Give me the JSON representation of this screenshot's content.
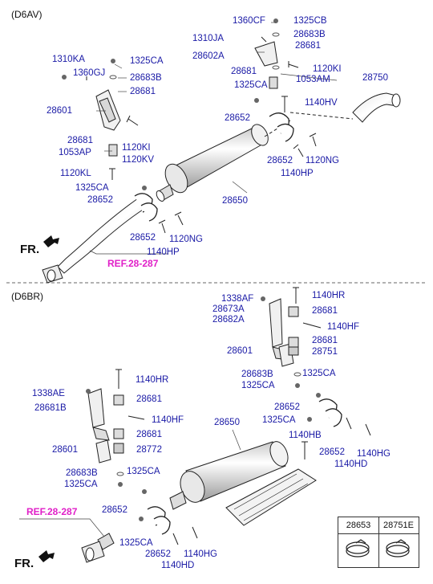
{
  "sections": {
    "top": "(D6AV)",
    "bottom": "(D6BR)"
  },
  "top": {
    "l_1360CF": "1360CF",
    "l_1325CB": "1325CB",
    "l_28683B": "28683B",
    "l_1310JA": "1310JA",
    "l_28681a": "28681",
    "l_28602A": "28602A",
    "l_1310KA": "1310KA",
    "l_1325CA_a": "1325CA",
    "l_1360GJ": "1360GJ",
    "l_28683B_b": "28683B",
    "l_28681b": "28681",
    "l_1120KI_a": "1120KI",
    "l_28681c": "28681",
    "l_1053AM": "1053AM",
    "l_28750": "28750",
    "l_1325CA_b": "1325CA",
    "l_1140HV": "1140HV",
    "l_28601": "28601",
    "l_28652_a": "28652",
    "l_28681d": "28681",
    "l_1120KI_b": "1120KI",
    "l_1053AP": "1053AP",
    "l_1120KV": "1120KV",
    "l_28652_b": "28652",
    "l_1120NG_a": "1120NG",
    "l_1140HP_a": "1140HP",
    "l_1120KL": "1120KL",
    "l_1325CA_c": "1325CA",
    "l_28650": "28650",
    "l_28652_c": "28652",
    "l_28652_d": "28652",
    "l_1120NG_b": "1120NG",
    "l_1140HP_b": "1140HP",
    "fr": "FR.",
    "ref": "REF.28-287"
  },
  "bottom": {
    "l_1338AF": "1338AF",
    "l_1140HR_a": "1140HR",
    "l_28673A": "28673A",
    "l_28682A": "28682A",
    "l_28681a": "28681",
    "l_1140HF_a": "1140HF",
    "l_28681b": "28681",
    "l_28601a": "28601",
    "l_28751": "28751",
    "l_28683B_a": "28683B",
    "l_1325CA_a": "1325CA",
    "l_1325CA_b": "1325CA",
    "l_1140HR_b": "1140HR",
    "l_1338AE": "1338AE",
    "l_28681c": "28681",
    "l_28681B": "28681B",
    "l_1140HF_b": "1140HF",
    "l_28652_a": "28652",
    "l_1325CA_c": "1325CA",
    "l_28681d": "28681",
    "l_28650": "28650",
    "l_1140HB": "1140HB",
    "l_28601b": "28601",
    "l_28772": "28772",
    "l_28652_b": "28652",
    "l_1140HG_a": "1140HG",
    "l_1140HD_a": "1140HD",
    "l_28683B_b": "28683B",
    "l_1325CA_d": "1325CA",
    "l_1325CA_e": "1325CA",
    "l_28652_c": "28652",
    "l_1325CA_f": "1325CA",
    "l_28652_d": "28652",
    "l_1140HG_b": "1140HG",
    "l_1140HD_b": "1140HD",
    "ref": "REF.28-287",
    "fr": "FR."
  },
  "inset": {
    "col1": "28653",
    "col2": "28751E"
  }
}
